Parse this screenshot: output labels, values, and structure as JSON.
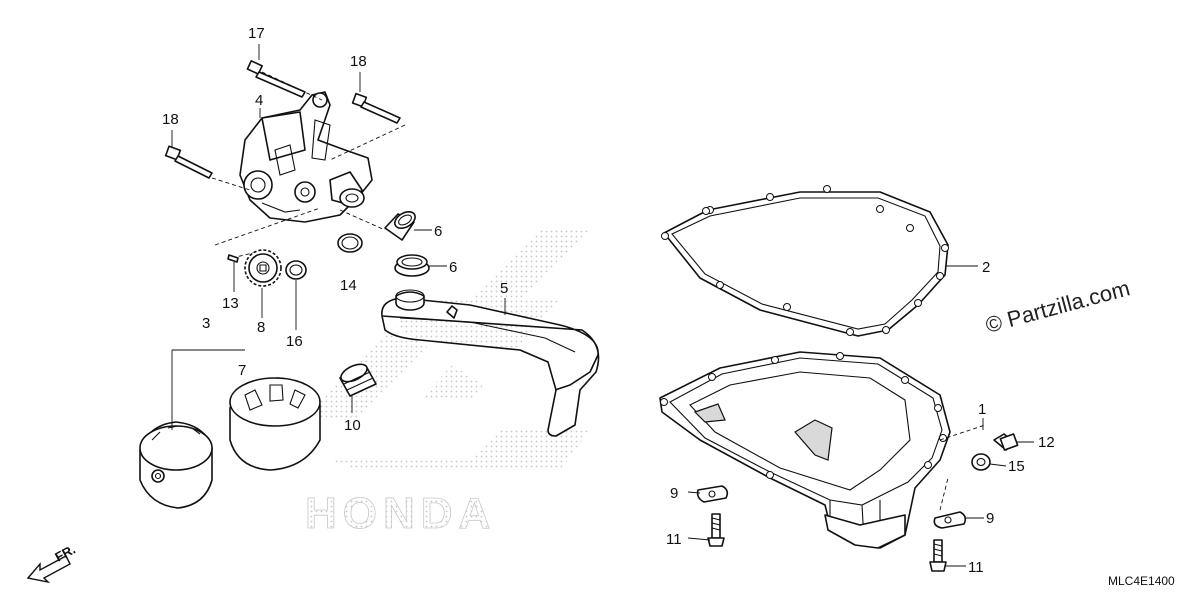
{
  "diagram": {
    "part_labels": [
      {
        "id": "label-1",
        "text": "1"
      },
      {
        "id": "label-2",
        "text": "2"
      },
      {
        "id": "label-3",
        "text": "3"
      },
      {
        "id": "label-4",
        "text": "4"
      },
      {
        "id": "label-5",
        "text": "5"
      },
      {
        "id": "label-6a",
        "text": "6"
      },
      {
        "id": "label-6b",
        "text": "6"
      },
      {
        "id": "label-7",
        "text": "7"
      },
      {
        "id": "label-8",
        "text": "8"
      },
      {
        "id": "label-9a",
        "text": "9"
      },
      {
        "id": "label-9b",
        "text": "9"
      },
      {
        "id": "label-10",
        "text": "10"
      },
      {
        "id": "label-11a",
        "text": "11"
      },
      {
        "id": "label-11b",
        "text": "11"
      },
      {
        "id": "label-12",
        "text": "12"
      },
      {
        "id": "label-13",
        "text": "13"
      },
      {
        "id": "label-14",
        "text": "14"
      },
      {
        "id": "label-15",
        "text": "15"
      },
      {
        "id": "label-16",
        "text": "16"
      },
      {
        "id": "label-17",
        "text": "17"
      },
      {
        "id": "label-18a",
        "text": "18"
      },
      {
        "id": "label-18b",
        "text": "18"
      }
    ],
    "watermark": "© Partzilla.com",
    "background_brand": "HONDA",
    "direction_label": "FR.",
    "diagram_code": "MLC4E1400"
  }
}
